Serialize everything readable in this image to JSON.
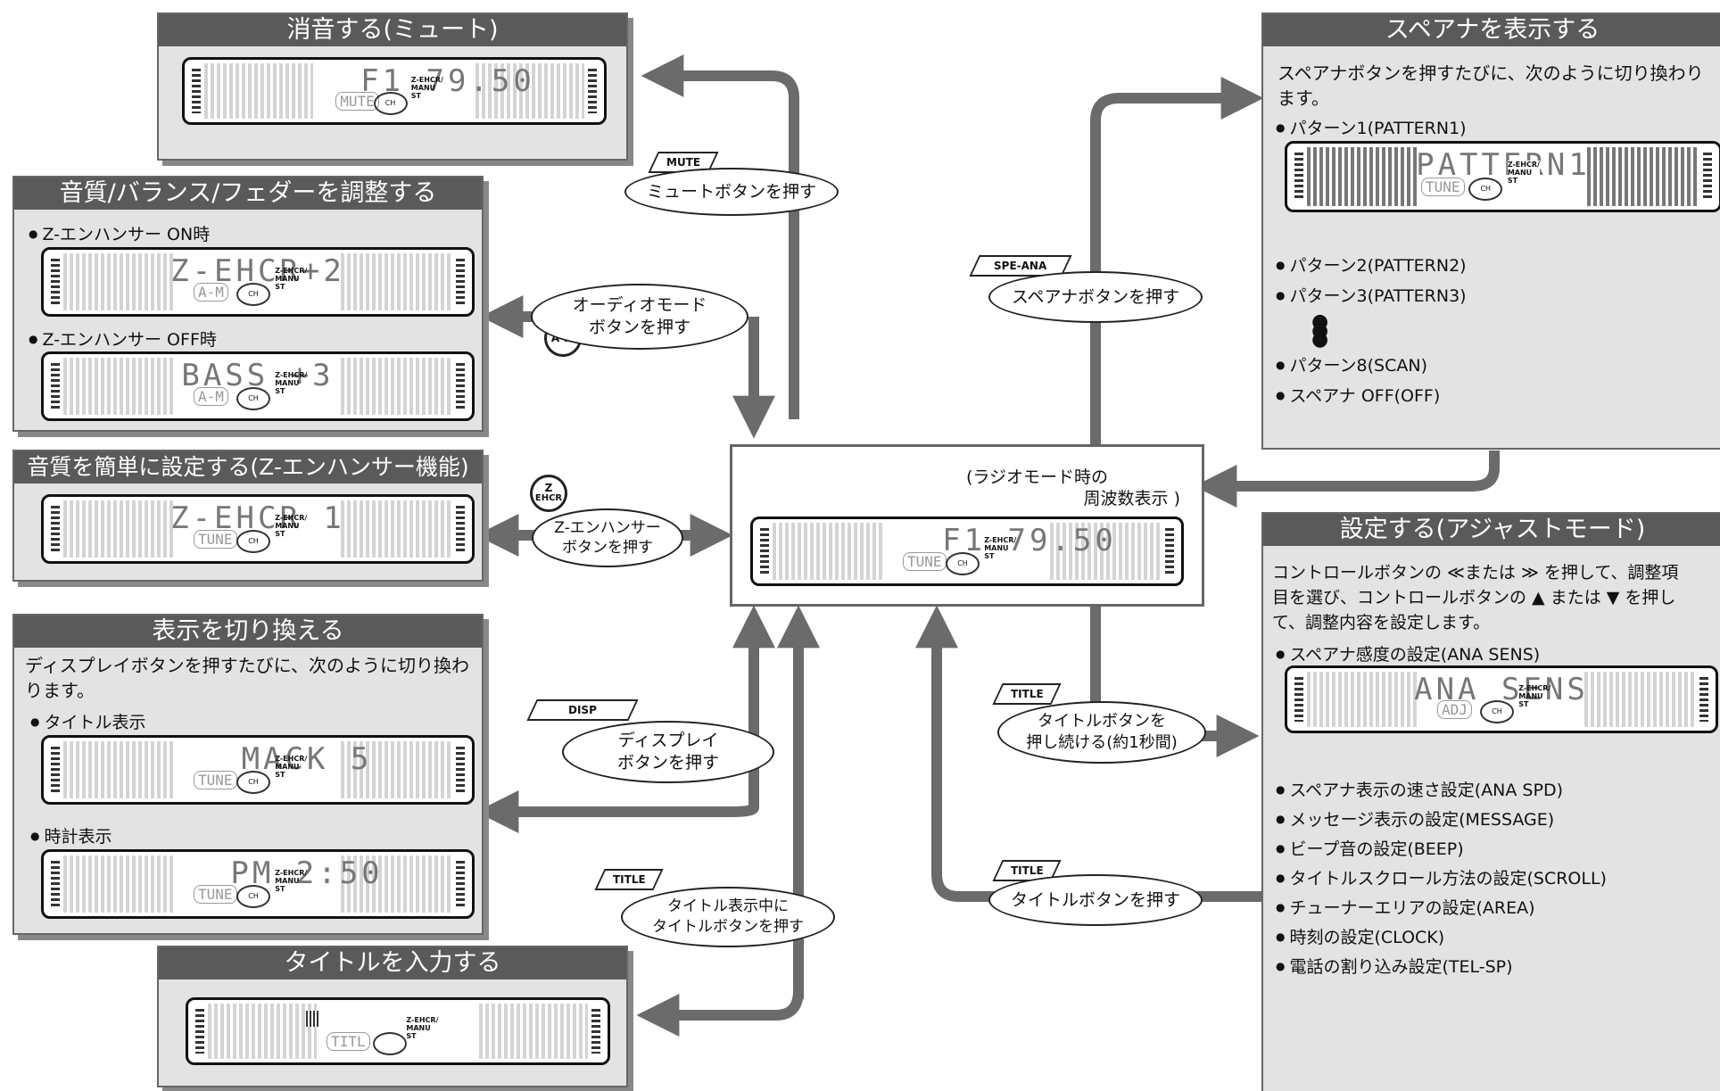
{
  "panels": {
    "mute": {
      "title": "消音する(ミュート)",
      "lcd_text": "F1 79.50",
      "lcd_func": "MUTE"
    },
    "audio": {
      "title": "音質/バランス/フェダーを調整する",
      "on_label": "Z-エンハンサー ON時",
      "on_lcd": "Z-EHCR+2",
      "on_func": "A-M",
      "off_label": "Z-エンハンサー OFF時",
      "off_lcd": "BASS +3",
      "off_func": "A-M"
    },
    "zenh": {
      "title": "音質を簡単に設定する(Z-エンハンサー機能)",
      "lcd_text": "Z-EHCR 1",
      "lcd_func": "TUNE"
    },
    "display": {
      "title": "表示を切り換える",
      "desc1": "ディスプレイボタンを押すたびに、次のように切り換わ",
      "desc2": "ります。",
      "item1": "タイトル表示",
      "item1_lcd": "MACK 5",
      "item1_func": "TUNE",
      "item2": "時計表示",
      "item2_lcd": "PM 2:50",
      "item2_func": "TUNE"
    },
    "title_input": {
      "title": "タイトルを入力する",
      "lcd_func": "TITL"
    },
    "spectrum": {
      "title": "スペアナを表示する",
      "desc1": "スペアナボタンを押すたびに、次のように切り換わり",
      "desc2": "ます。",
      "p1": "パターン1(PATTERN1)",
      "p1_lcd": "PATTERN1",
      "p1_func": "TUNE",
      "p2": "パターン2(PATTERN2)",
      "p3": "パターン3(PATTERN3)",
      "p8": "パターン8(SCAN)",
      "off": "スペアナ OFF(OFF)"
    },
    "adjust": {
      "title": "設定する(アジャストモード)",
      "desc1": "コントロールボタンの ≪または ≫ を押して、調整項",
      "desc2": "目を選び、コントロールボタンの ▲ または ▼ を押し",
      "desc3": "て、調整内容を設定します。",
      "item0": "スペアナ感度の設定(ANA SENS)",
      "item0_lcd": "ANA SENS",
      "item0_func": "ADJ",
      "items": [
        "スペアナ表示の速さ設定(ANA SPD)",
        "メッセージ表示の設定(MESSAGE)",
        "ビープ音の設定(BEEP)",
        "タイトルスクロール方法の設定(SCROLL)",
        "チューナーエリアの設定(AREA)",
        "時刻の設定(CLOCK)",
        "電話の割り込み設定(TEL-SP)"
      ]
    },
    "center": {
      "caption1": "(ラジオモード時の",
      "caption2": "周波数表示 )",
      "lcd_text": "F1 79.50",
      "lcd_func": "TUNE"
    }
  },
  "buttons": {
    "mute": {
      "tag": "MUTE",
      "label": "ミュートボタンを押す"
    },
    "audio": {
      "tag": "A-M",
      "label1": "オーディオモード",
      "label2": "ボタンを押す"
    },
    "zenh": {
      "tag1": "Z",
      "tag2": "EHCR",
      "label1": "Z-エンハンサー",
      "label2": "ボタンを押す"
    },
    "disp": {
      "tag": "DISP",
      "label1": "ディスプレイ",
      "label2": "ボタンを押す"
    },
    "title_hold_disp": {
      "tag": "TITLE",
      "label1": "タイトル表示中に",
      "label2": "タイトルボタンを押す"
    },
    "spe": {
      "tag": "SPE-ANA",
      "label": "スペアナボタンを押す"
    },
    "title_hold": {
      "tag": "TITLE",
      "label1": "タイトルボタンを",
      "label2": "押し続ける(約1秒間)"
    },
    "title_press": {
      "tag": "TITLE",
      "label": "タイトルボタンを押す"
    }
  },
  "lcd_badge": {
    "line1": "Z-EHCR/",
    "line2": "MANU",
    "line3": "ST",
    "ch": "CH"
  },
  "colors": {
    "arrow": "#6b6b6b",
    "panel_head": "#5a5a5a",
    "panel_bg": "#e3e3e3"
  }
}
